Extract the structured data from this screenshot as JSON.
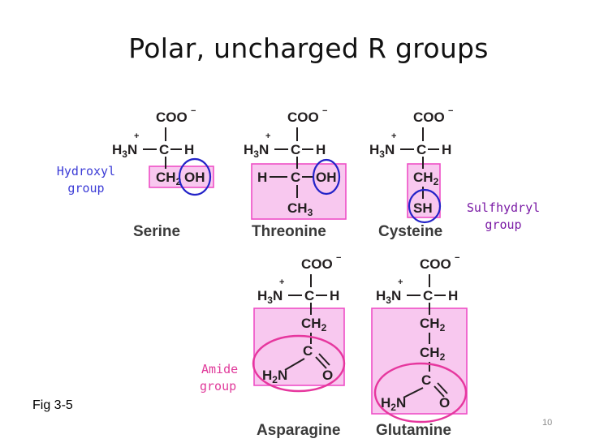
{
  "slide": {
    "title": "Polar, uncharged R groups",
    "figure_label": "Fig 3-5",
    "page_number": "10"
  },
  "annotations": {
    "hydroxyl": [
      "Hydroxyl",
      "group"
    ],
    "sulfhydryl": [
      "Sulfhydryl",
      "group"
    ],
    "amide": [
      "Amide",
      "group"
    ]
  },
  "chem": {
    "carboxylate": "COO",
    "charge_minus": "−",
    "charge_plus": "+",
    "amino_h": "H",
    "amino_sub": "3",
    "amino_n": "N",
    "alpha_c": "C",
    "h": "H",
    "ch2": "CH",
    "ch3": "CH",
    "sub2": "2",
    "sub3": "3",
    "oh": "OH",
    "sh": "SH",
    "c": "C",
    "o": "O",
    "h2n": "H",
    "n": "N"
  },
  "amino_acids": [
    {
      "name": "Serine"
    },
    {
      "name": "Threonine"
    },
    {
      "name": "Cysteine"
    },
    {
      "name": "Asparagine"
    },
    {
      "name": "Glutamine"
    }
  ],
  "colors": {
    "box_fill": "#f8c8ef",
    "box_stroke": "#ee4fc6",
    "hydroxyl_ring": "#2323c8",
    "amide_ring": "#e6379e",
    "hydroxyl_text": "#3b3bd6",
    "sulfhydryl_text": "#7a1aa5",
    "amide_text": "#e03a9a"
  }
}
